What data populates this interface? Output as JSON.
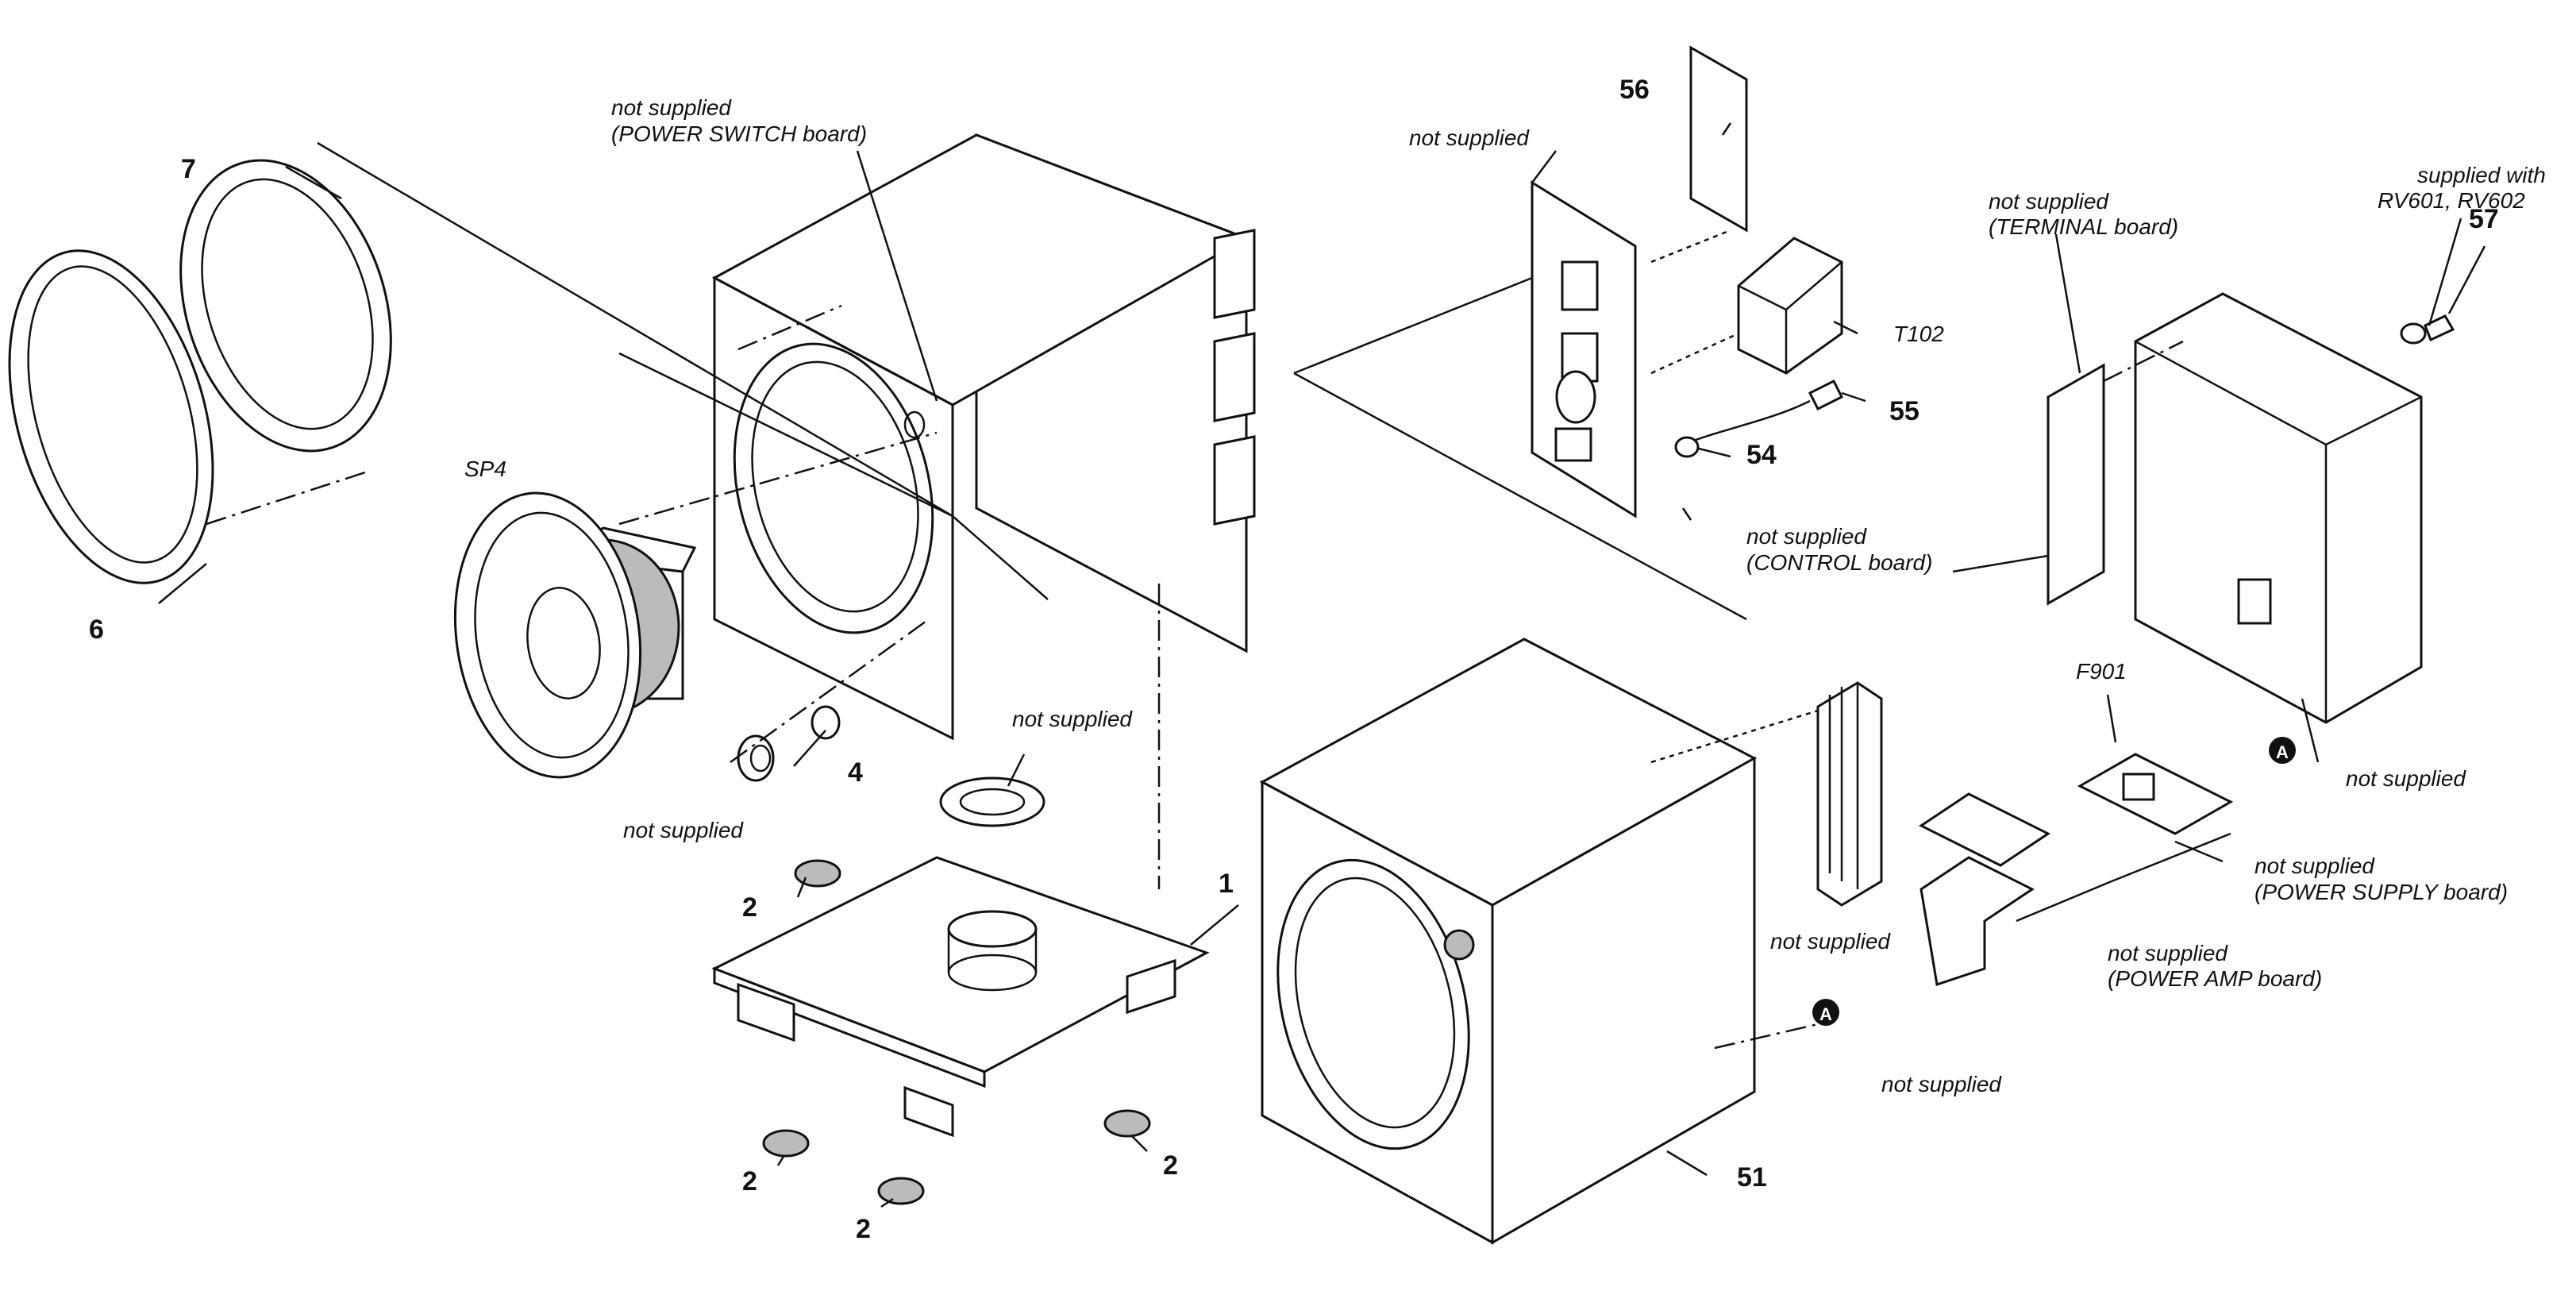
{
  "labels": {
    "ns_power_switch_1": "not supplied",
    "ns_power_switch_2": "(POWER SWITCH board)",
    "ns_top": "not supplied",
    "ns_terminal_1": "not supplied",
    "ns_terminal_2": "(TERMINAL board)",
    "supplied_with_1": "supplied with",
    "supplied_with_2": "RV601, RV602",
    "ns_control_1": "not supplied",
    "ns_control_2": "(CONTROL board)",
    "sp4": "SP4",
    "t102": "T102",
    "f901": "F901",
    "ns_grommet": "not supplied",
    "ns_washer": "not supplied",
    "ns_right": "not supplied",
    "ns_power_supply_1": "not supplied",
    "ns_power_supply_2": "(POWER SUPPLY board)",
    "ns_heatsink": "not supplied",
    "ns_power_amp_1": "not supplied",
    "ns_power_amp_2": "(POWER AMP board)",
    "ns_bracket": "not supplied"
  },
  "parts": {
    "p1": "1",
    "p2a": "2",
    "p2b": "2",
    "p2c": "2",
    "p2d": "2",
    "p4": "4",
    "p6": "6",
    "p7": "7",
    "p51": "51",
    "p54": "54",
    "p55": "55",
    "p56": "56",
    "p57": "57"
  },
  "markers": {
    "a1": "A",
    "a2": "A"
  }
}
